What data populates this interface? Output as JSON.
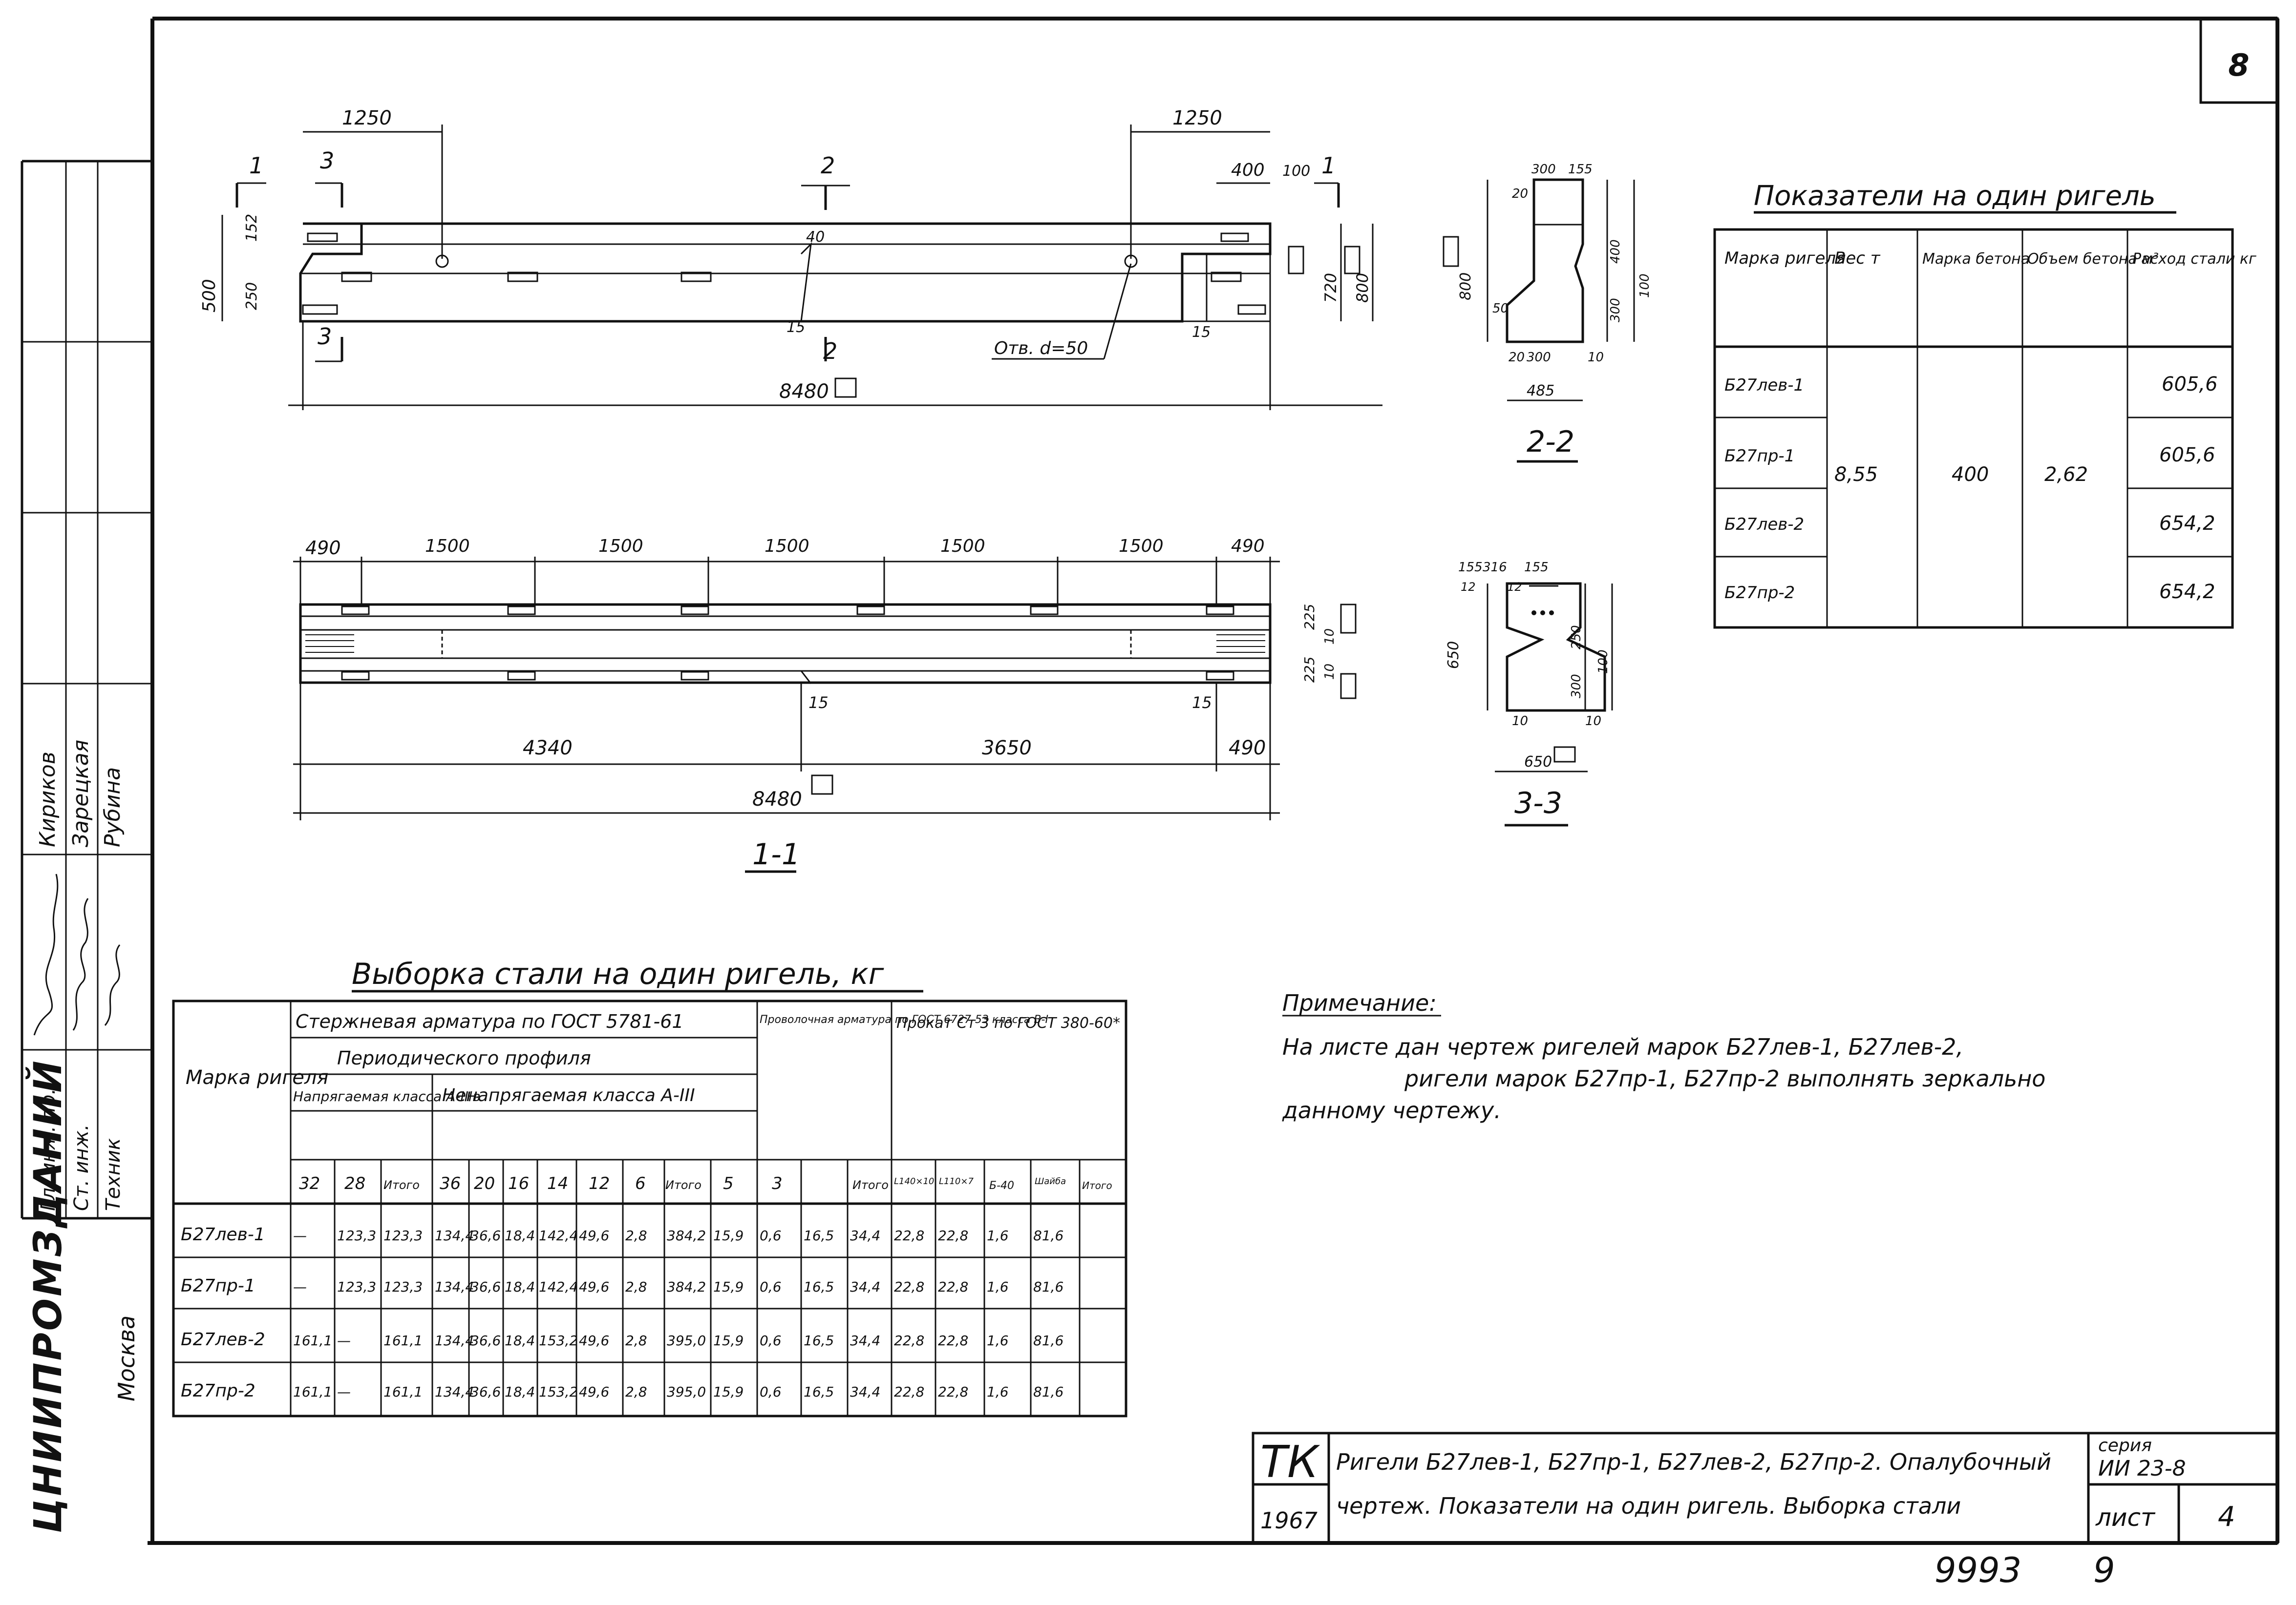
{
  "sheet": {
    "page_number": "8",
    "footer_number": "9993",
    "footer_extra": "9"
  },
  "side_stamp": {
    "org": "ЦНИИПРОМЗДАНИЙ",
    "city": "Москва",
    "roles": [
      "Гл. инж. пр.",
      "Ст. инж.",
      "Техник"
    ],
    "names": [
      "Кириков",
      "Зарецкая",
      "Рубина"
    ]
  },
  "elevation": {
    "dims_top": [
      "1250",
      "1250",
      "400",
      "100"
    ],
    "dims_left": [
      "152",
      "500",
      "250"
    ],
    "dims_right": [
      "720",
      "800"
    ],
    "dim_15": "15",
    "dim_40": "40",
    "hole_label": "Отв. d=50",
    "total_length": "8480",
    "section_marks": [
      "1",
      "1",
      "2",
      "2",
      "3",
      "3"
    ]
  },
  "plan": {
    "dims_top": [
      "490",
      "1500",
      "1500",
      "1500",
      "1500",
      "1500",
      "490"
    ],
    "dims_right": [
      "225",
      "225",
      "10",
      "10"
    ],
    "dims_bottom": [
      "4340",
      "3650",
      "490"
    ],
    "dim_15": [
      "15",
      "15"
    ],
    "total_length": "8480",
    "title": "1-1"
  },
  "section_22": {
    "title": "2-2",
    "dims_top": [
      "20",
      "300",
      "155"
    ],
    "dims_left": [
      "800",
      "50"
    ],
    "dims_right": [
      "400",
      "300",
      "100"
    ],
    "dims_bottom": [
      "20",
      "300",
      "10",
      "485"
    ]
  },
  "section_33": {
    "title": "3-3",
    "dims_top": [
      "155",
      "316",
      "155",
      "12",
      "12"
    ],
    "dims_left": [
      "650"
    ],
    "dims_right": [
      "250",
      "300",
      "100"
    ],
    "dims_bottom": [
      "10",
      "10",
      "650"
    ]
  },
  "indicators": {
    "title": "Показатели на один ригель",
    "headers": [
      "Марка ригеля",
      "Вес т",
      "Марка бетона",
      "Объем бетона м³",
      "Расход стали кг"
    ],
    "rows": [
      {
        "mark": "Б27лев-1",
        "steel": "605,6"
      },
      {
        "mark": "Б27пр-1",
        "steel": "605,6"
      },
      {
        "mark": "Б27лев-2",
        "steel": "654,2"
      },
      {
        "mark": "Б27пр-2",
        "steel": "654,2"
      }
    ],
    "weight": "8,55",
    "concrete": "400",
    "volume": "2,62"
  },
  "steel_table": {
    "title": "Выборка стали на один ригель, кг",
    "h_mark": "Марка ригеля",
    "h_rod": "Стержневая арматура по ГОСТ 5781-61",
    "h_periodic": "Периодического профиля",
    "h_stressed": "Напрягаемая класса А-IIIв",
    "h_unstressed": "Ненапрягаемая класса А-III",
    "h_wire": "Проволочная арматура по ГОСТ 6727-53 класса В-I",
    "h_rolled": "Прокат Ст 3 по ГОСТ 380-60*",
    "cols": [
      "32",
      "28",
      "Итого",
      "36",
      "20",
      "16",
      "14",
      "12",
      "6",
      "Итого",
      "5",
      "3",
      "Итого",
      "L140×10",
      "L110×7",
      "Б-40",
      "Шайба",
      "Итого"
    ],
    "rows": [
      {
        "mark": "Б27лев-1",
        "v": [
          "—",
          "123,3",
          "123,3",
          "134,4",
          "36,6",
          "18,4",
          "142,4",
          "49,6",
          "2,8",
          "384,2",
          "15,9",
          "0,6",
          "16,5",
          "34,4",
          "22,8",
          "22,8",
          "1,6",
          "81,6"
        ]
      },
      {
        "mark": "Б27пр-1",
        "v": [
          "—",
          "123,3",
          "123,3",
          "134,4",
          "36,6",
          "18,4",
          "142,4",
          "49,6",
          "2,8",
          "384,2",
          "15,9",
          "0,6",
          "16,5",
          "34,4",
          "22,8",
          "22,8",
          "1,6",
          "81,6"
        ]
      },
      {
        "mark": "Б27лев-2",
        "v": [
          "161,1",
          "—",
          "161,1",
          "134,4",
          "36,6",
          "18,4",
          "153,2",
          "49,6",
          "2,8",
          "395,0",
          "15,9",
          "0,6",
          "16,5",
          "34,4",
          "22,8",
          "22,8",
          "1,6",
          "81,6"
        ]
      },
      {
        "mark": "Б27пр-2",
        "v": [
          "161,1",
          "—",
          "161,1",
          "134,4",
          "36,6",
          "18,4",
          "153,2",
          "49,6",
          "2,8",
          "395,0",
          "15,9",
          "0,6",
          "16,5",
          "34,4",
          "22,8",
          "22,8",
          "1,6",
          "81,6"
        ]
      }
    ]
  },
  "note": {
    "title": "Примечание:",
    "line1": "На листе дан чертеж ригелей марок Б27лев-1, Б27лев-2,",
    "line2": "ригели марок Б27пр-1, Б27пр-2 выполнять зеркально",
    "line3": "данному чертежу."
  },
  "title_block": {
    "code": "ТК",
    "year": "1967",
    "line1": "Ригели Б27лев-1, Б27пр-1, Б27лев-2, Б27пр-2. Опалубочный",
    "line2": "чертеж. Показатели на один ригель. Выборка стали",
    "series_label": "серия",
    "series": "ИИ 23-8",
    "sheet_label": "лист",
    "sheet": "4"
  }
}
